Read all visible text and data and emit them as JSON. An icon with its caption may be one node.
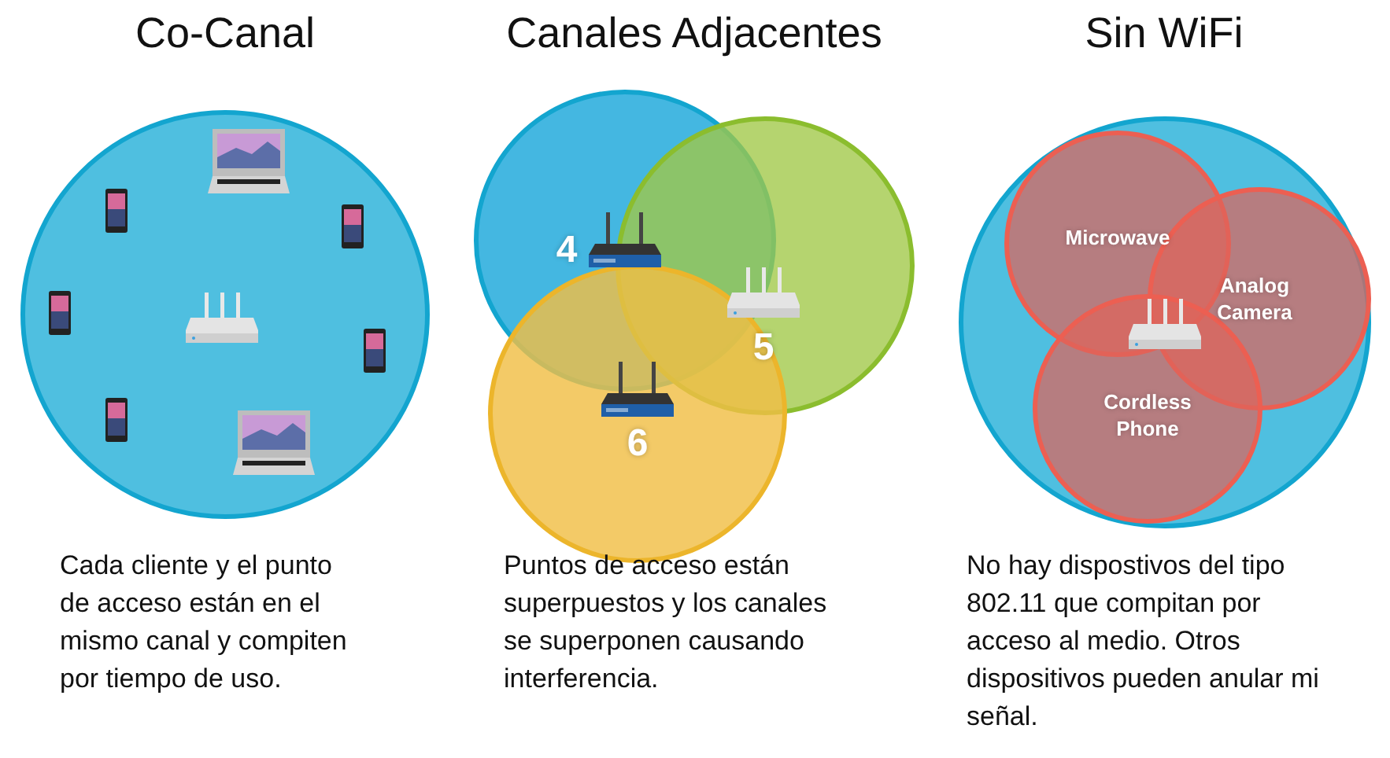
{
  "diagram": {
    "nodes": [
      {
        "text": [],
        "shape": "circle"
      },
      {
        "text": [
          "4"
        ]
      },
      {
        "text": [
          "5"
        ]
      },
      {
        "text": [
          "6"
        ]
      },
      {
        "text": [],
        "shape": "circle"
      },
      {
        "text": [
          "Microwave"
        ],
        "in": 4
      },
      {
        "text": [
          "Analog Camera"
        ],
        "in": 4
      },
      {
        "text": [
          "Cordless Phone"
        ],
        "in": 4
      }
    ],
    "labels": [
      "Co-Canal",
      "Canales Adjacentes",
      "Sin WiFi",
      "Cada cliente y el punto de acceso están en el mismo canal y compiten por tiempo de uso.",
      "Puntos de acceso están superpuestos y los canales se superponen causando interferencia.",
      "No hay dispostivos del tipo 802.11 que compitan por acceso al medio. Otros dispositivos pueden anular mi señal."
    ]
  }
}
